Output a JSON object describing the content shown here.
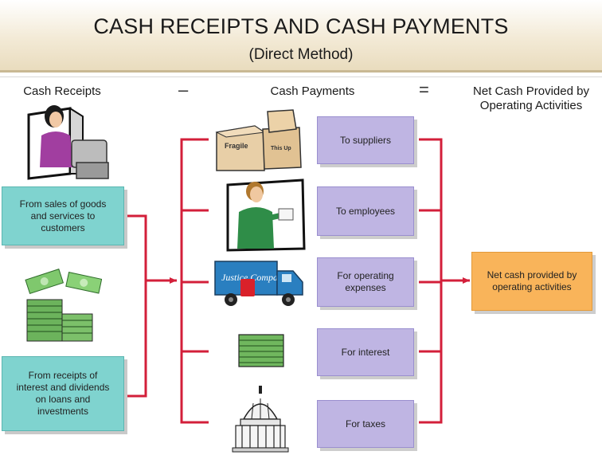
{
  "title": "CASH RECEIPTS AND CASH PAYMENTS",
  "subtitle": "(Direct Method)",
  "columns": {
    "receipts": "Cash Receipts",
    "minus": "–",
    "payments": "Cash Payments",
    "equals": "=",
    "net": "Net Cash Provided by Operating Activities"
  },
  "receipts": [
    {
      "label": "From sales of goods and services to customers"
    },
    {
      "label": "From receipts of interest and dividends on loans and investments"
    }
  ],
  "payments": [
    {
      "label": "To suppliers"
    },
    {
      "label": "To employees"
    },
    {
      "label": "For operating expenses"
    },
    {
      "label": "For interest"
    },
    {
      "label": "For taxes"
    }
  ],
  "result": {
    "label": "Net cash provided by operating activities"
  },
  "illustrations": {
    "boxes_label_1": "Fragile",
    "boxes_label_2": "This Up",
    "truck_label": "Justice Company"
  },
  "colors": {
    "connector": "#d31f3a",
    "receipt_box": "#7fd3cf",
    "payment_box": "#bfb5e3",
    "result_box": "#f9b45a"
  }
}
